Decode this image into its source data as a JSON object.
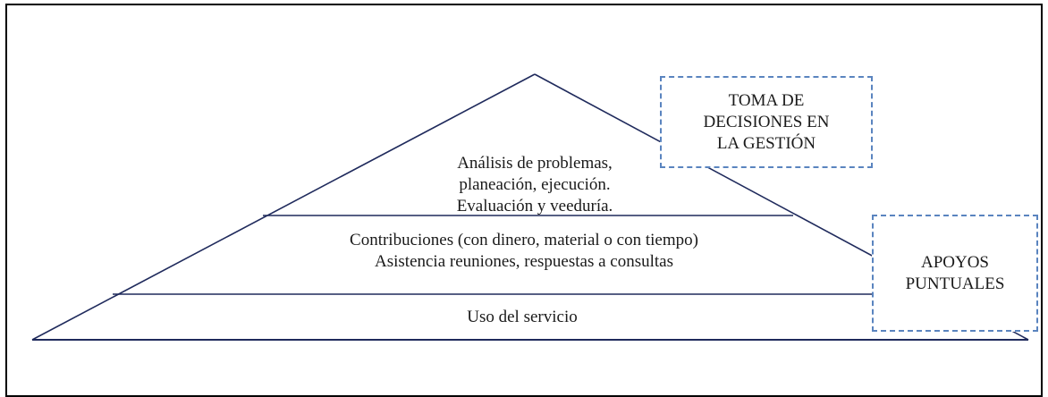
{
  "pyramid": {
    "top_tier_text": "Análisis de problemas,\nplaneación, ejecución.\nEvaluación y veeduría.",
    "middle_tier_text": "Contribuciones (con dinero, material o con tiempo)\nAsistencia reuniones, respuestas a consultas",
    "bottom_tier_text": "Uso del servicio"
  },
  "callouts": {
    "decision_making": "TOMA DE\nDECISIONES EN\nLA GESTIÓN",
    "specific_support": "APOYOS\nPUNTUALES"
  },
  "colors": {
    "line": "#1f2a5c",
    "dash_border": "#5a84bf",
    "text": "#1a1a1a",
    "frame": "#000000"
  }
}
